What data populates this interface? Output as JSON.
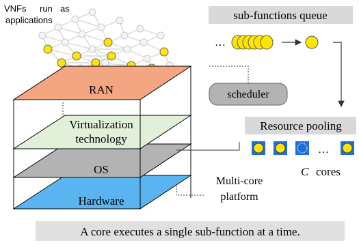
{
  "stack": {
    "ran_label": "RAN",
    "virt_label_line1": "Virtualization",
    "virt_label_line2": "technology",
    "os_label": "OS",
    "hardware_label": "Hardware",
    "colors": {
      "ran": "#f4a582",
      "virtualization": "#e2efd9",
      "os": "#b3b3b3",
      "hardware": "#5ab4f0"
    }
  },
  "vnf_caption": {
    "line1_words": [
      "VNFs",
      "run",
      "as"
    ],
    "line2": "applications"
  },
  "queue": {
    "title": "sub-functions queue",
    "ellipsis": "…",
    "node_color": "#ffe600"
  },
  "scheduler_label": "scheduler",
  "resource_pooling": {
    "title": "Resource pooling",
    "ellipsis": "…",
    "cores_italic": "C",
    "cores_word": "cores",
    "core_color": "#1e6fd9"
  },
  "platform_label": {
    "line1": "Multi-core",
    "line2": "platform"
  },
  "footer": "A core executes a single sub-function at a time."
}
